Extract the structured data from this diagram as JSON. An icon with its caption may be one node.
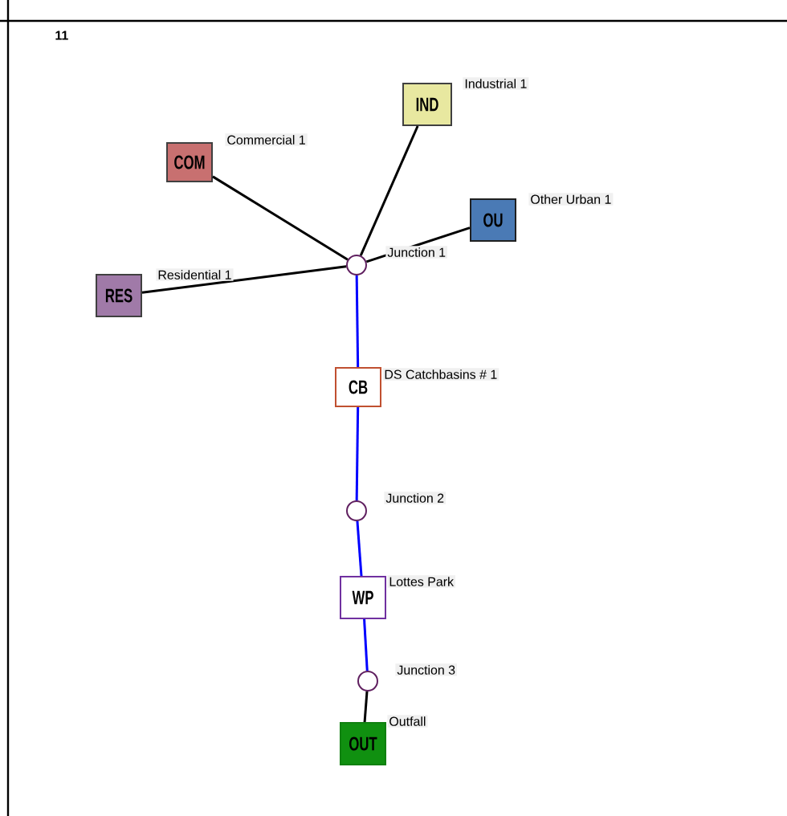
{
  "diagram": {
    "nodes": [
      {
        "text": [
          "COM"
        ],
        "beside": [
          "Commercial 1"
        ]
      },
      {
        "text": [
          "IND"
        ],
        "beside": [
          "Industrial 1"
        ]
      },
      {
        "text": [
          "OU"
        ],
        "beside": [
          "Other Urban 1"
        ]
      },
      {
        "text": [
          "RES"
        ],
        "beside": [
          "Residential 1"
        ]
      },
      {
        "text": [],
        "shape": "circle",
        "beside": [
          "Junction 1"
        ]
      },
      {
        "text": [
          "CB"
        ],
        "beside": [
          "DS Catchbasins # 1"
        ]
      },
      {
        "text": [],
        "shape": "circle",
        "beside": [
          "Junction 2"
        ]
      },
      {
        "text": [
          "WP"
        ],
        "beside": [
          "Lottes Park"
        ]
      },
      {
        "text": [],
        "shape": "circle",
        "beside": [
          "Junction 3"
        ]
      },
      {
        "text": [
          "OUT"
        ],
        "beside": [
          "Outfall"
        ]
      }
    ],
    "edges": [
      {
        "from": 0,
        "to": 4,
        "arrow": "none"
      },
      {
        "from": 1,
        "to": 4,
        "arrow": "none"
      },
      {
        "from": 2,
        "to": 4,
        "arrow": "none"
      },
      {
        "from": 3,
        "to": 4,
        "arrow": "none"
      },
      {
        "from": 4,
        "to": 5,
        "arrow": "none",
        "color": "#0000ff"
      },
      {
        "from": 5,
        "to": 6,
        "arrow": "none",
        "color": "#0000ff"
      },
      {
        "from": 6,
        "to": 7,
        "arrow": "none",
        "color": "#0000ff"
      },
      {
        "from": 7,
        "to": 8,
        "arrow": "none",
        "color": "#0000ff"
      },
      {
        "from": 8,
        "to": 9,
        "arrow": "none"
      }
    ],
    "labels": [
      "11"
    ]
  }
}
